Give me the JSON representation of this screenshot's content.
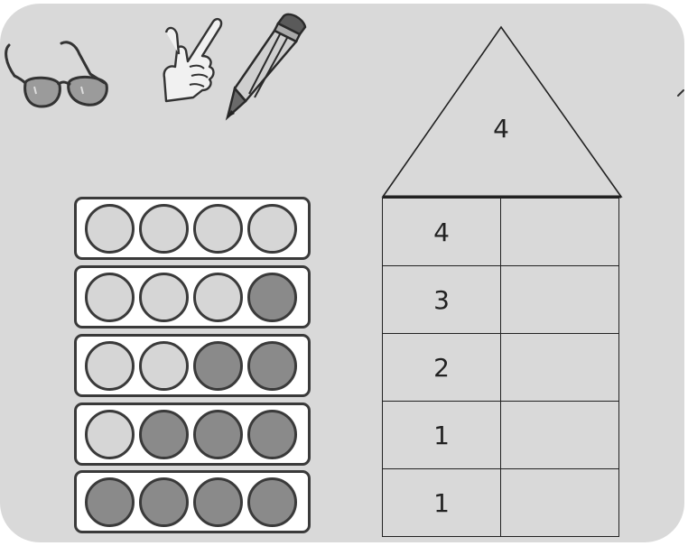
{
  "icons": [
    "glasses-icon",
    "pointing-hand-icon",
    "pencil-icon"
  ],
  "colors": {
    "background": "#d9d9d9",
    "counter_empty": "#d6d6d6",
    "counter_filled": "#8a8a8a",
    "outline": "#3a3a3a"
  },
  "counter_rows": [
    {
      "filled": 0,
      "total": 4
    },
    {
      "filled": 1,
      "total": 4
    },
    {
      "filled": 2,
      "total": 4
    },
    {
      "filled": 3,
      "total": 4
    },
    {
      "filled": 4,
      "total": 4
    }
  ],
  "house": {
    "roof_number": "4",
    "rows": [
      {
        "left": "4",
        "right": ""
      },
      {
        "left": "3",
        "right": ""
      },
      {
        "left": "2",
        "right": ""
      },
      {
        "left": "1",
        "right": ""
      },
      {
        "left": "1",
        "right": ""
      }
    ]
  }
}
